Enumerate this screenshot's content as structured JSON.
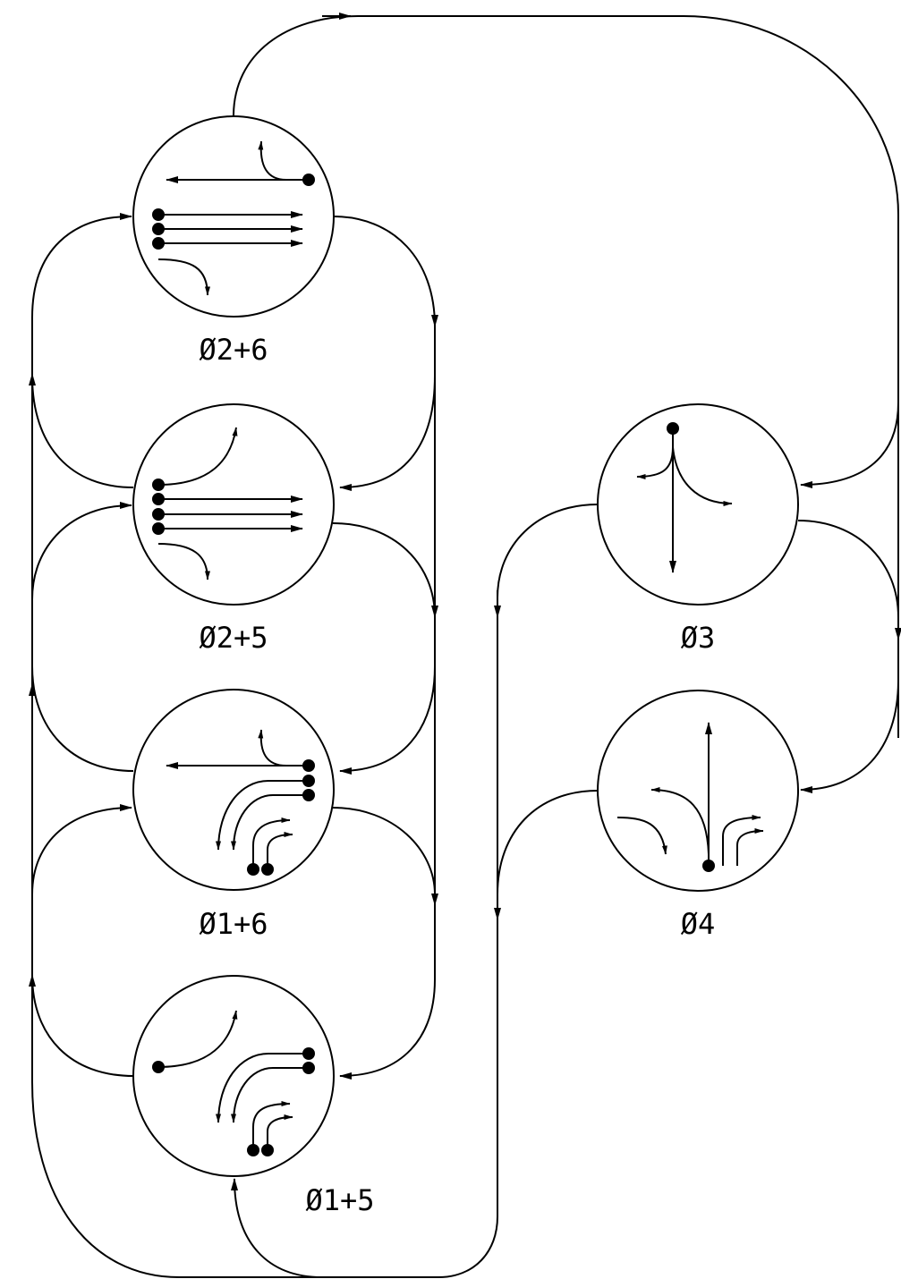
{
  "phases": {
    "p26": {
      "label": "Ø2+6"
    },
    "p25": {
      "label": "Ø2+5"
    },
    "p16": {
      "label": "Ø1+6"
    },
    "p15": {
      "label": "Ø1+5"
    },
    "p3": {
      "label": "Ø3"
    },
    "p4": {
      "label": "Ø4"
    }
  },
  "colors": {
    "stroke": "#000000",
    "background": "#ffffff"
  }
}
